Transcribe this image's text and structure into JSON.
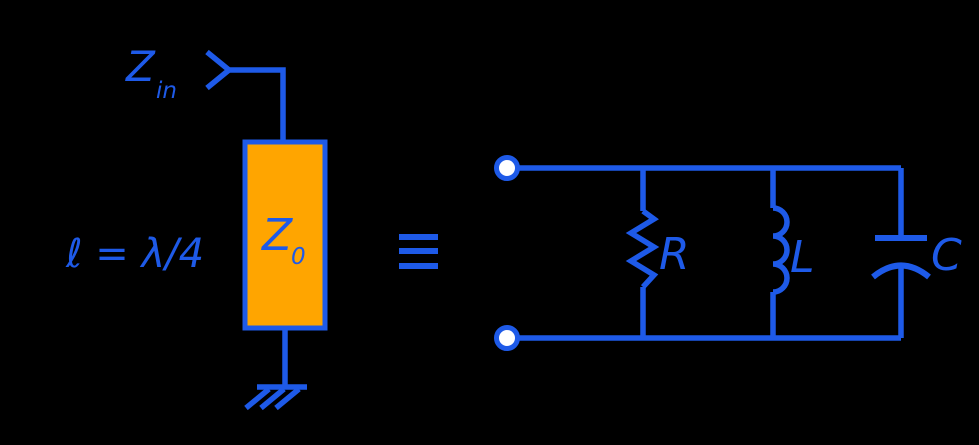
{
  "colors": {
    "background": "#000000",
    "line_blue": "#1E5AE8",
    "stub_fill": "#FFA500",
    "terminal_fill": "#FFFFFF"
  },
  "left_circuit": {
    "input_impedance_main": "Z",
    "input_impedance_sub": "in",
    "stub_impedance_main": "Z",
    "stub_impedance_sub": "0",
    "length_label": "ℓ = λ/4",
    "ground_icon": "earth-ground"
  },
  "equivalence": {
    "icon": "equivalence-icon",
    "symbol": "≡"
  },
  "right_circuit": {
    "resistor_label": "R",
    "inductor_label": "L",
    "capacitor_label": "C"
  }
}
